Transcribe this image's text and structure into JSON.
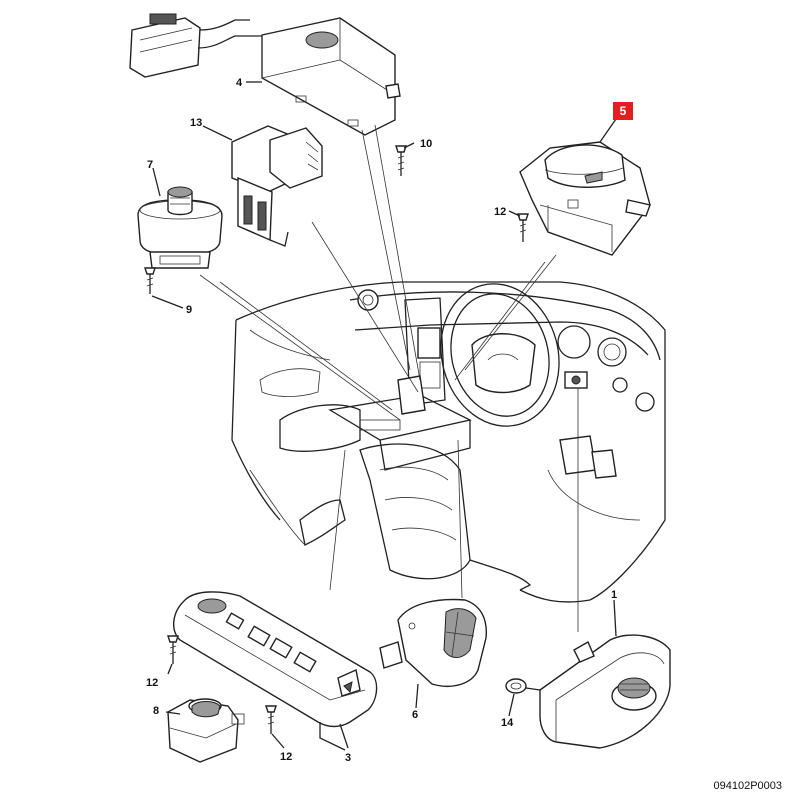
{
  "callouts": {
    "n1": "1",
    "n3": "3",
    "n4": "4",
    "n5": "5",
    "n6": "6",
    "n7": "7",
    "n8": "8",
    "n9": "9",
    "n10": "10",
    "n12a": "12",
    "n12b": "12",
    "n12c": "12",
    "n13": "13",
    "n14": "14"
  },
  "highlight_color": "#e02020",
  "reference_code": "094102P0003"
}
